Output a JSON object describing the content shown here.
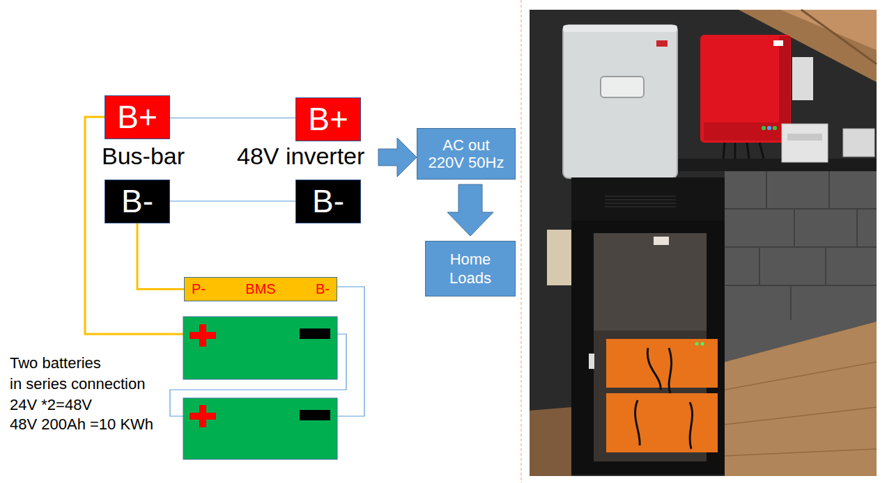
{
  "diagram": {
    "nodes": [
      {
        "text": [
          "B+"
        ]
      },
      {
        "text": [
          "B+"
        ]
      },
      {
        "text": [
          "AC out",
          "220V 50Hz"
        ]
      },
      {
        "text": [
          "B-"
        ]
      },
      {
        "text": [
          "B-"
        ]
      },
      {
        "text": [
          "Home Loads"
        ]
      },
      {
        "text": [
          "P-",
          "BMS",
          "B-"
        ]
      }
    ],
    "edges": [
      {
        "from": 0,
        "to": 1,
        "arrow": "none"
      },
      {
        "from": 3,
        "to": 4,
        "arrow": "none"
      },
      {
        "from": 3,
        "to": 6,
        "arrow": "none"
      },
      {
        "from": 2,
        "to": 5,
        "arrow": "to"
      }
    ],
    "labels": [
      "Bus-bar",
      "48V inverter",
      "Two batteries",
      "in series connection",
      "24V *2=48V",
      "48V 200Ah =10 KWh"
    ]
  }
}
